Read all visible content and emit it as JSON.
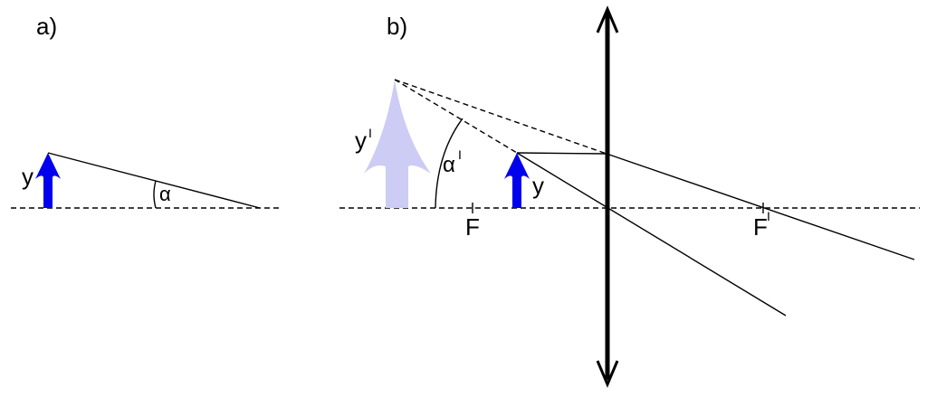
{
  "panel_a": {
    "label": "a)",
    "object_label": "y",
    "angle_label": "α"
  },
  "panel_b": {
    "label": "b)",
    "image_label": "y",
    "image_label_mark": "I",
    "angle_label": "α",
    "angle_label_mark": "I",
    "object_label": "y",
    "focal_left_label": "F",
    "focal_right_label": "F",
    "focal_right_mark": "I"
  },
  "colors": {
    "object_arrow": "#0000ee",
    "virtual_image": "#ccccf5",
    "lines": "#000000"
  }
}
